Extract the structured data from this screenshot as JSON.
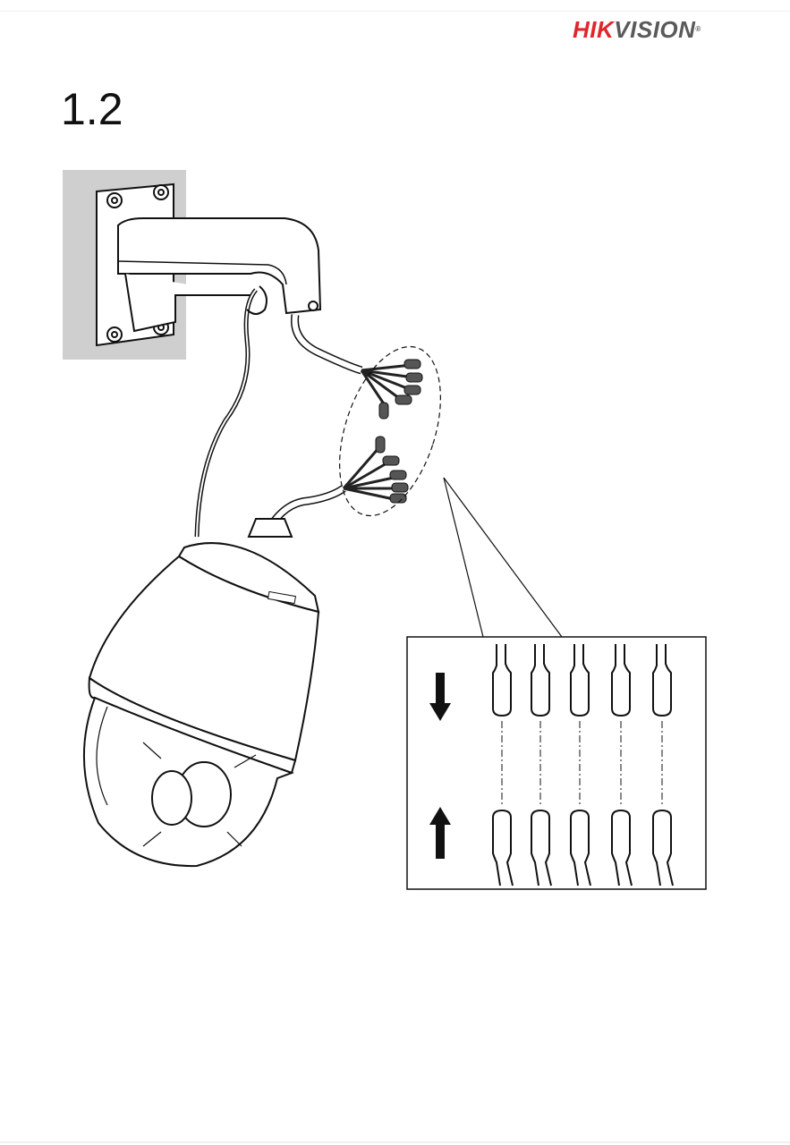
{
  "header": {
    "brand": {
      "part1": "HIK",
      "part2": "VISION",
      "mark": "®"
    }
  },
  "step": {
    "number": "1.2"
  },
  "figure": {
    "arrow_down_icon": "arrow-down",
    "arrow_up_icon": "arrow-up",
    "connector_pairs": 5
  }
}
